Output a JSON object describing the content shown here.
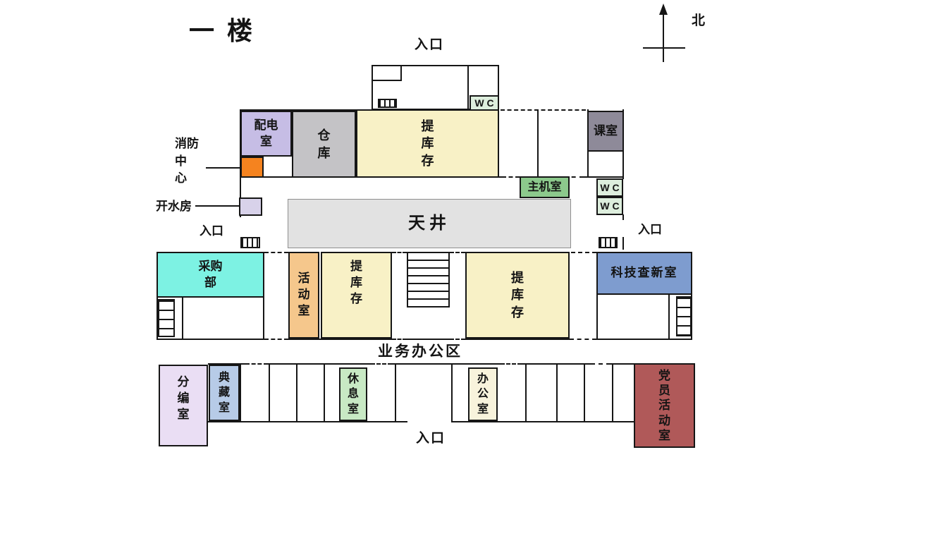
{
  "title": "一 楼",
  "compass": {
    "north": "北"
  },
  "entrances": {
    "top": "入口",
    "left": "入口",
    "right": "入口",
    "bottom": "入口"
  },
  "corridor": {
    "label": "业务办公区"
  },
  "annotations": {
    "fire_center": "消防\n中\n心",
    "hot_water": "开水房"
  },
  "rooms": {
    "power": {
      "label": "配电\n室",
      "color": "#c6bde5"
    },
    "warehouse": {
      "label": "仓\n库",
      "color": "#c4c3c6"
    },
    "stock_top": {
      "label": "提\n库\n存",
      "color": "#f8f1c6"
    },
    "wc_entrance": {
      "label": "W C",
      "color": "#ddeedd"
    },
    "classroom": {
      "label": "课室",
      "color": "#8e8a99"
    },
    "fire_control": {
      "color": "#f5831f"
    },
    "hot_water_room": {
      "color": "#d8d2ea"
    },
    "server": {
      "label": "主机室",
      "color": "#8cc98c"
    },
    "courtyard": {
      "label": "天井",
      "color": "#e2e2e2"
    },
    "wc_right_1": {
      "label": "W C",
      "color": "#ddeedd"
    },
    "wc_right_2": {
      "label": "W C",
      "color": "#ddeedd"
    },
    "purchasing": {
      "label": "采购\n部",
      "color": "#7df2e3"
    },
    "activity": {
      "label": "活\n动\n室",
      "color": "#f5c78c"
    },
    "stock_mid_left": {
      "label": "提\n库\n存",
      "color": "#f8f1c6"
    },
    "stock_mid_right": {
      "label": "提\n库\n存",
      "color": "#f8f1c6"
    },
    "scitech": {
      "label": "科技查新室",
      "color": "#7e9ccf"
    },
    "cataloging": {
      "label": "分\n编\n室",
      "color": "#eadef4"
    },
    "collection": {
      "label": "典\n藏\n室",
      "color": "#b7cbe7"
    },
    "lounge": {
      "label": "休\n息\n室",
      "color": "#c8e9c4"
    },
    "office": {
      "label": "办\n公\n室",
      "color": "#f8f3dc"
    },
    "party": {
      "label": "党\n员\n活\n动\n室",
      "color": "#b05959"
    }
  }
}
